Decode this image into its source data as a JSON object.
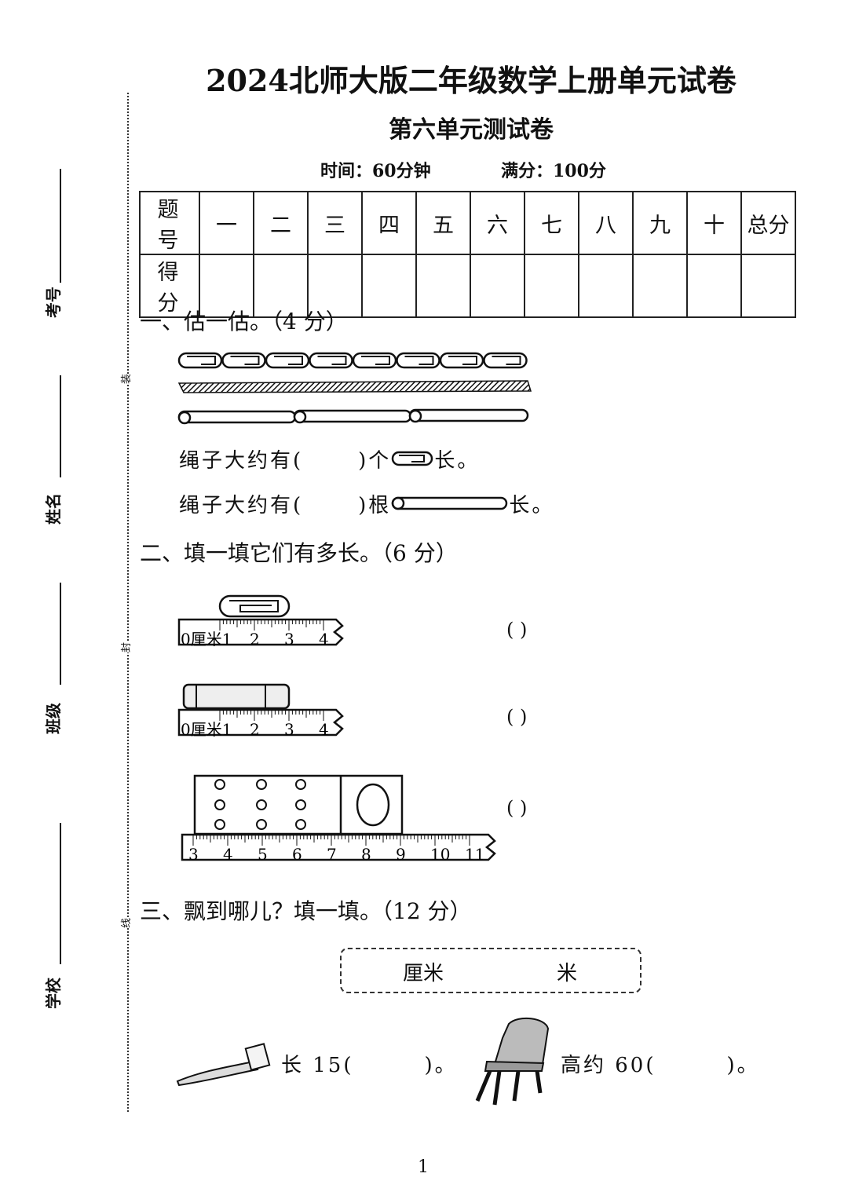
{
  "header": {
    "title": "2024北师大版二年级数学上册单元试卷",
    "subtitle": "第六单元测试卷",
    "time": "时间：60分钟",
    "full_score": "满分：100分"
  },
  "side": {
    "exam_no": "考号",
    "name": "姓名",
    "class": "班级",
    "school": "学校",
    "cut_marks": [
      "装",
      "封",
      "线"
    ]
  },
  "score_table": {
    "row1": [
      "题 号",
      "一",
      "二",
      "三",
      "四",
      "五",
      "六",
      "七",
      "八",
      "九",
      "十",
      "总分"
    ],
    "row2_label": "得 分"
  },
  "section1": {
    "heading": "一、估一估。（4 分）",
    "q1_a": "绳子大约有(",
    "q1_b": ")个",
    "q1_c": "长。",
    "q2_a": "绳子大约有(",
    "q2_b": ")根",
    "q2_c": "长。"
  },
  "section2": {
    "heading": "二、填一填它们有多长。（6 分）",
    "ruler_small": [
      "0厘米1",
      "2",
      "3",
      "4"
    ],
    "ruler_big": [
      "3",
      "4",
      "5",
      "6",
      "7",
      "8",
      "9",
      "10",
      "11"
    ],
    "answer": "(          )"
  },
  "section3": {
    "heading": "三、飘到哪儿？填一填。（12 分）",
    "units": [
      "厘米",
      "米"
    ],
    "q1_a": "长 15(",
    "q1_b": ")。",
    "q2_a": "高约 60(",
    "q2_b": ")。"
  },
  "footer": {
    "page_number": "1"
  }
}
